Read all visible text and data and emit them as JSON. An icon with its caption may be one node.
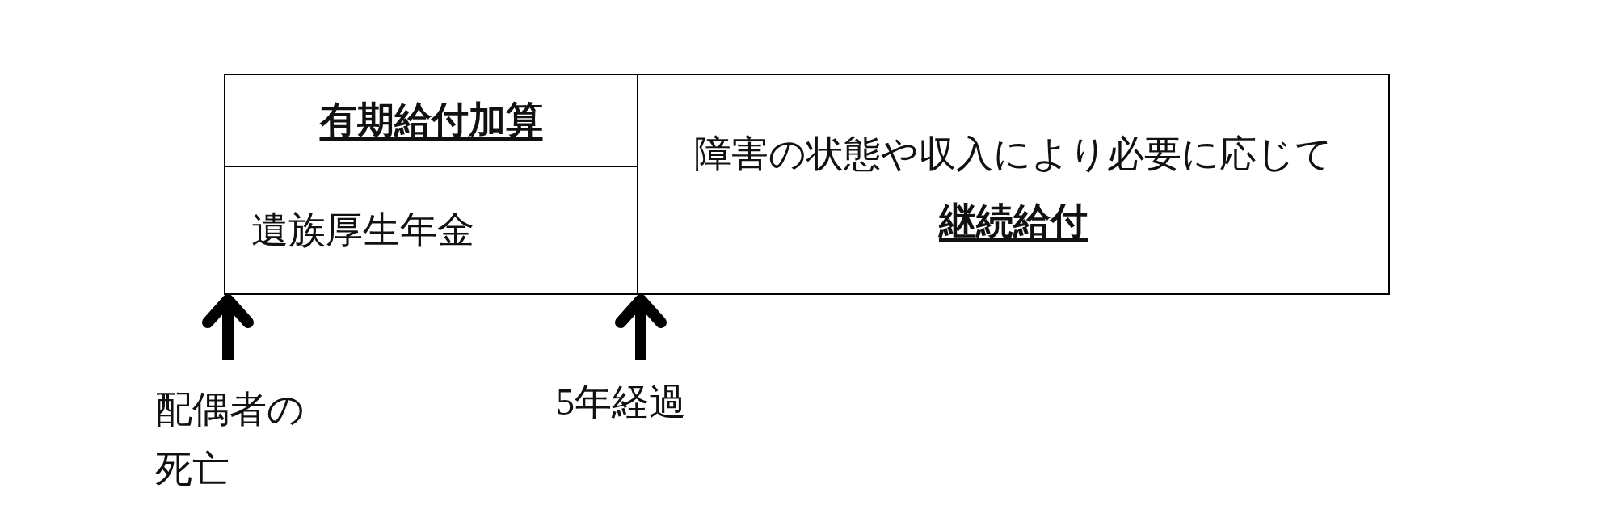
{
  "diagram": {
    "nodes": [
      {
        "text": [
          "有期給付加算"
        ]
      },
      {
        "text": [
          "遺族厚生年金"
        ]
      },
      {
        "text": [
          "障害の状態や収入により必要に応じて",
          "継続給付"
        ]
      },
      {
        "text": [
          "配偶者の死亡"
        ]
      },
      {
        "text": [
          "5年経過"
        ]
      }
    ],
    "edges": [
      {
        "from": 3,
        "to": 1,
        "arrow": "to"
      },
      {
        "from": 4,
        "to": 2,
        "arrow": "to"
      }
    ]
  }
}
